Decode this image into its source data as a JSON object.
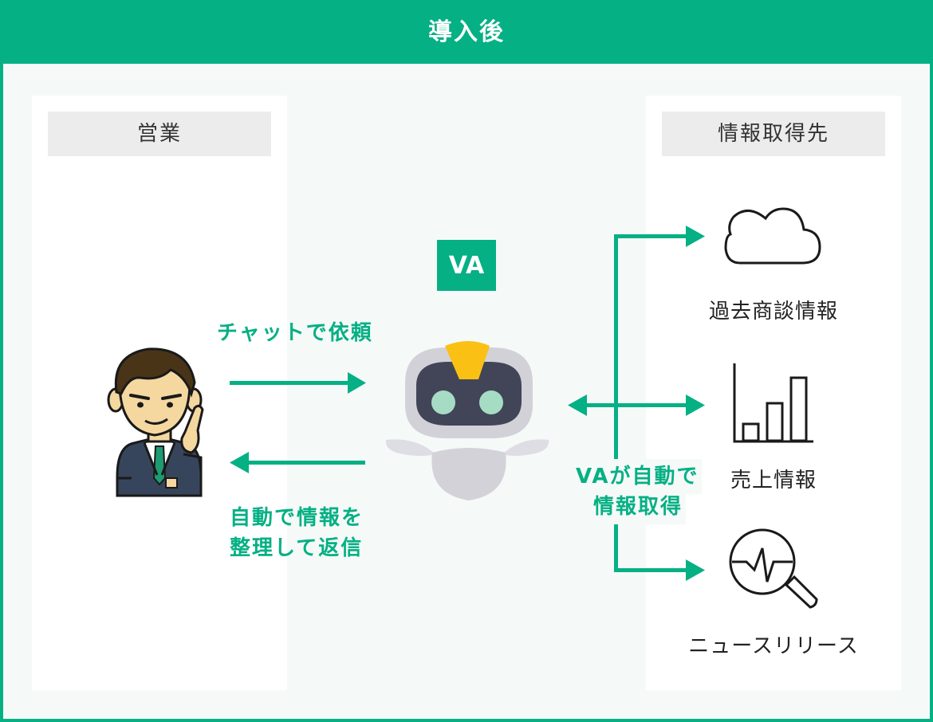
{
  "header": {
    "title": "導入後"
  },
  "left_panel": {
    "title": "営業"
  },
  "right_panel": {
    "title": "情報取得先",
    "sources": [
      {
        "label": "過去商談情報",
        "icon": "cloud-icon"
      },
      {
        "label": "売上情報",
        "icon": "bar-chart-icon"
      },
      {
        "label": "ニュースリリース",
        "icon": "news-search-icon"
      }
    ]
  },
  "center": {
    "va_badge": "VA"
  },
  "flows": {
    "request": "チャットで依頼",
    "reply_line1": "自動で情報を",
    "reply_line2": "整理して返信",
    "fetch_line1": "VAが自動で",
    "fetch_line2": "情報取得"
  },
  "colors": {
    "accent": "#05b084",
    "panel_bg": "#f5f9f8",
    "head_bg": "#ececec"
  }
}
